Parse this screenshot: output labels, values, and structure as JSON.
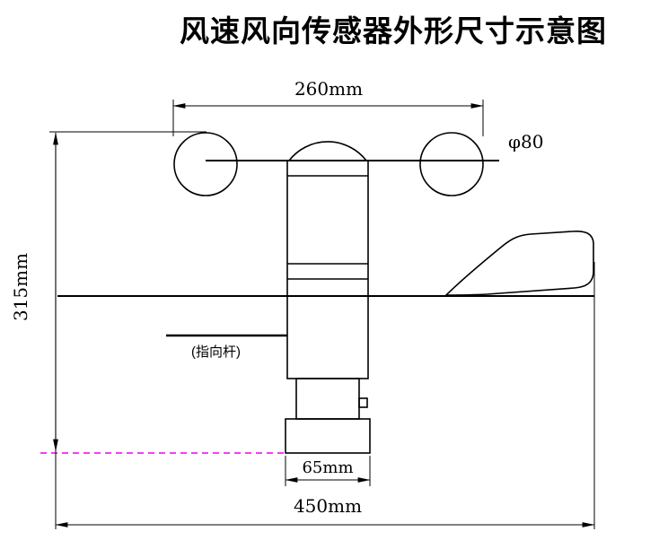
{
  "title": "风速风向传感器外形尺寸示意图",
  "dimensions": {
    "cup_span": "260mm",
    "cup_diameter": "φ80",
    "overall_height": "315mm",
    "base_width": "65mm",
    "overall_length": "450mm"
  },
  "labels": {
    "pointer_rod": "(指向杆)"
  },
  "colors": {
    "line": "#000000",
    "mount_plane_line": "#ee00ee",
    "background": "#ffffff"
  }
}
